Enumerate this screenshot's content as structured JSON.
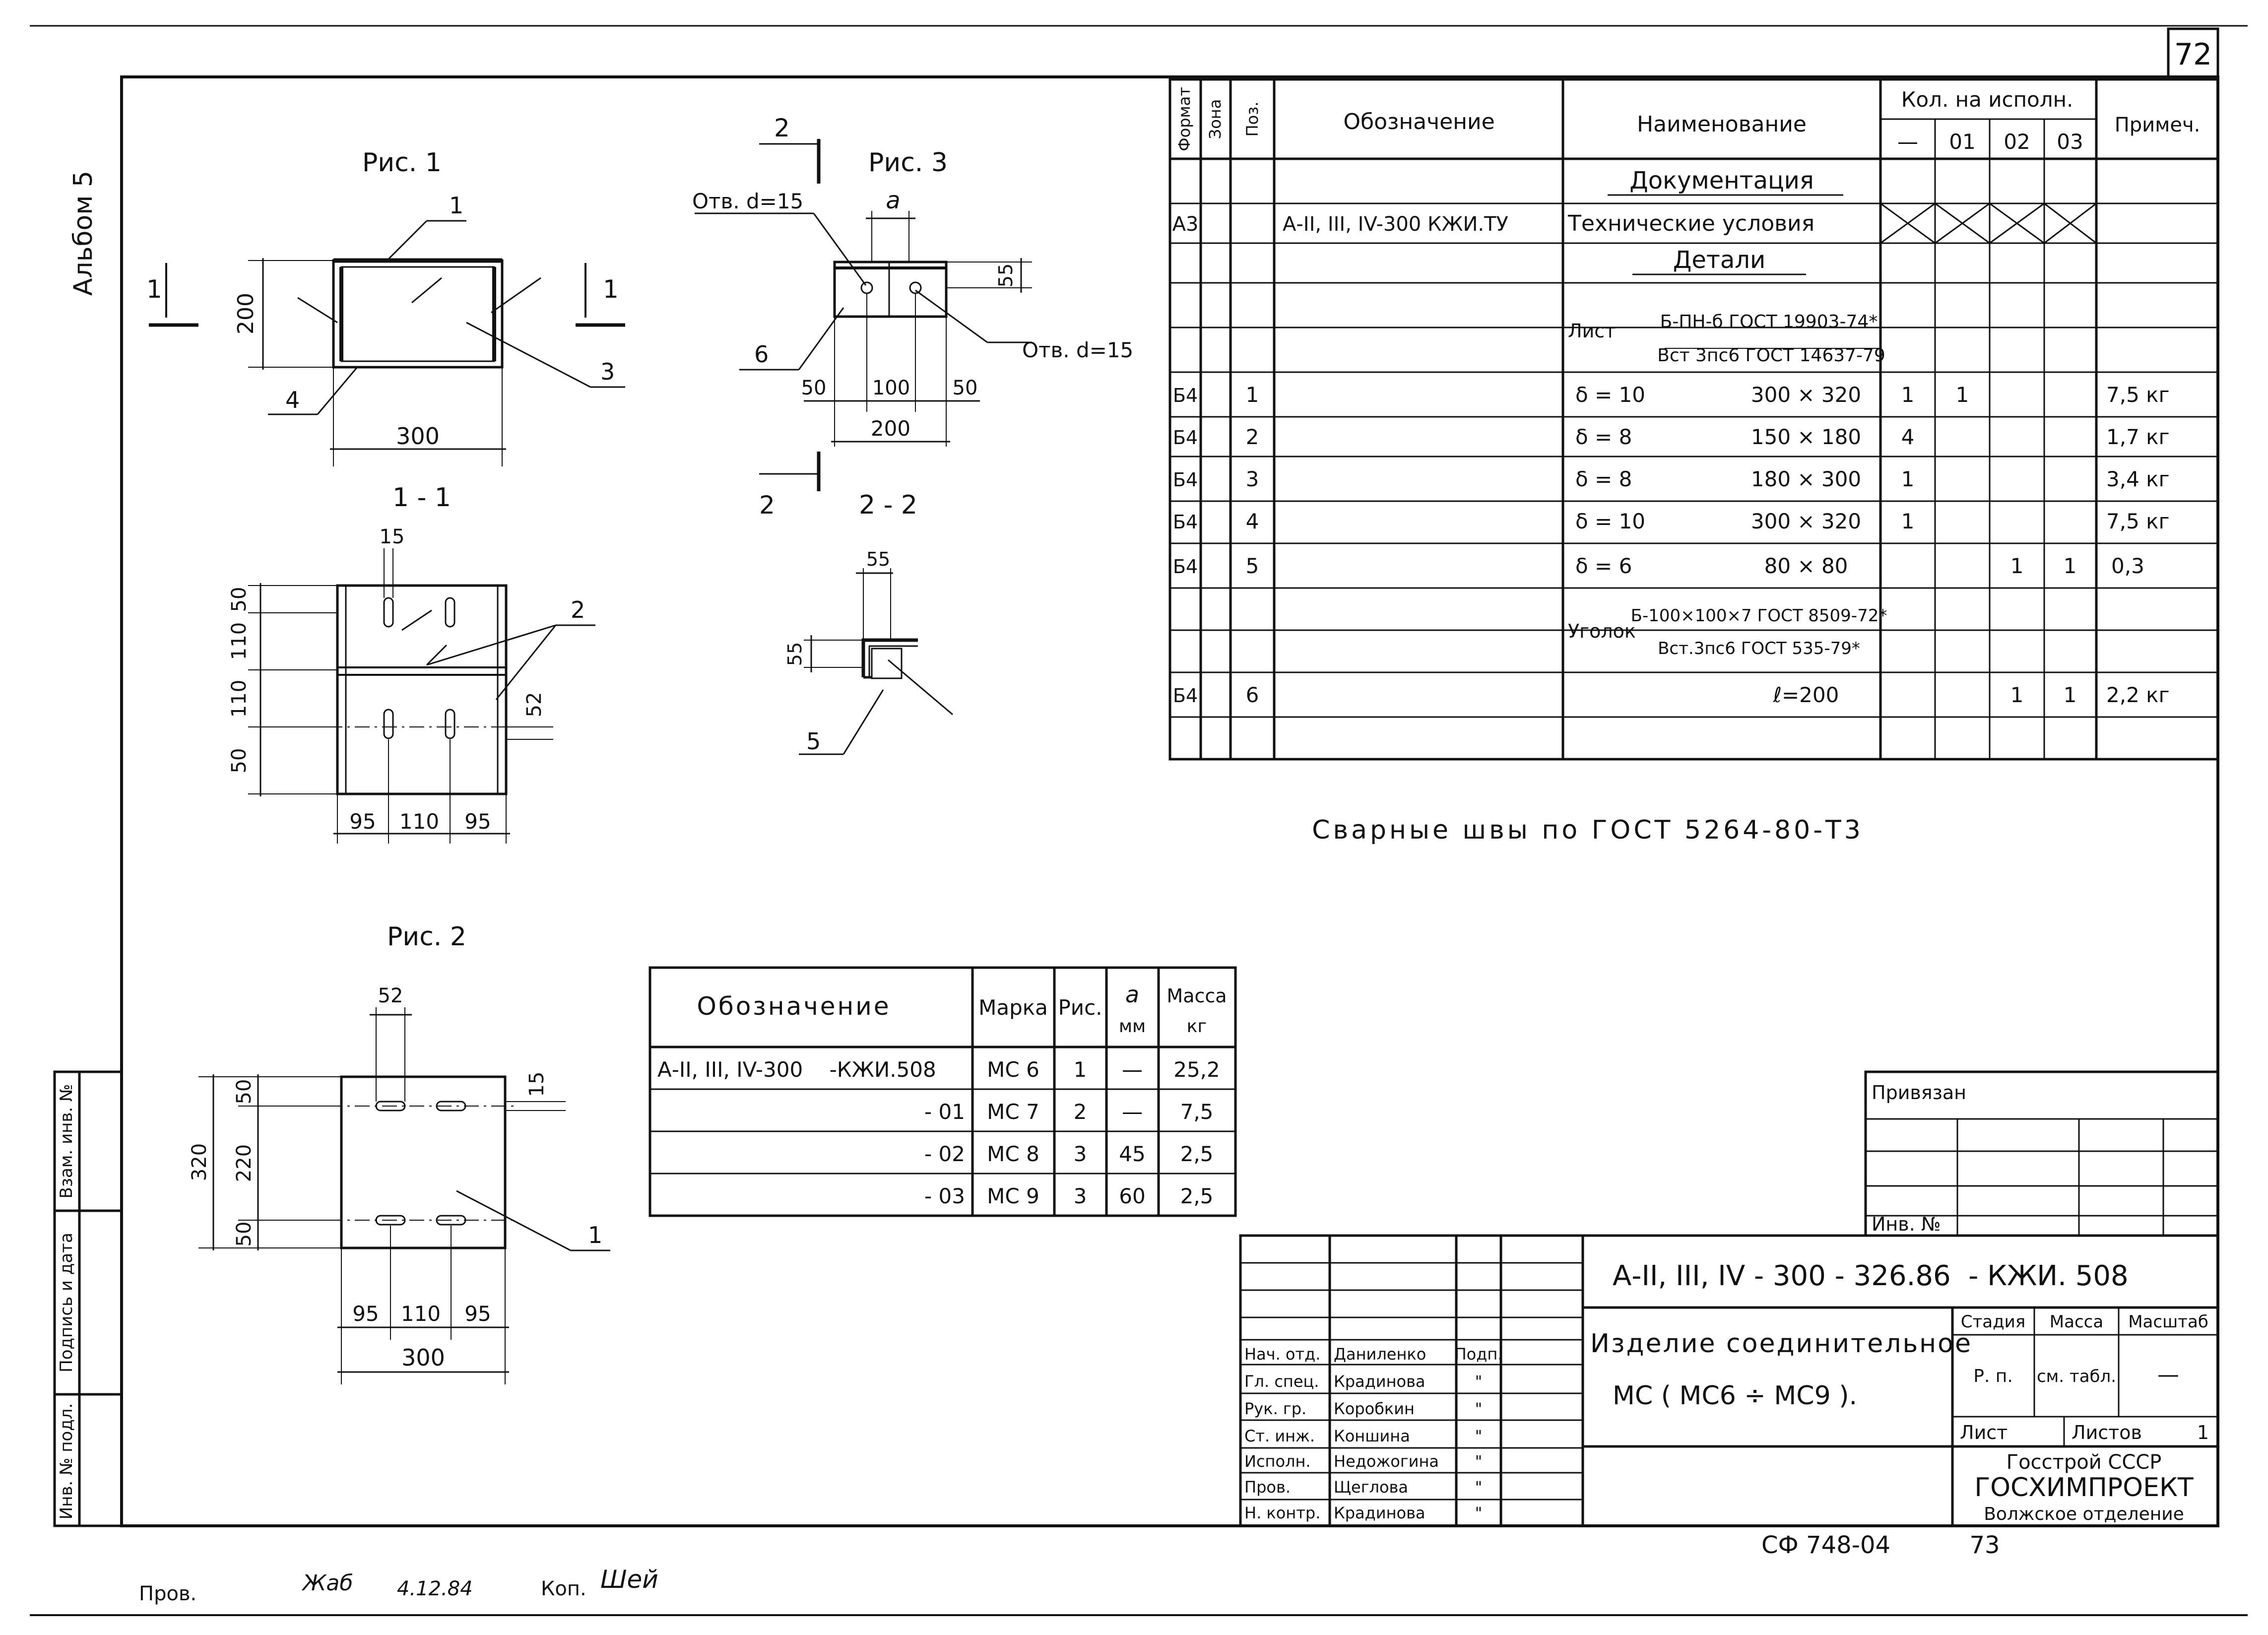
{
  "sheet": {
    "page_number": "72",
    "album_label": "Альбом 5",
    "bottom_page_number": "73",
    "bottom_code": "СФ 748-04",
    "check_line": {
      "prov_label": "Пров.",
      "signature": "Жаб",
      "date": "4.12.84",
      "kop_label": "Коп.",
      "kop_signature": "Шей"
    }
  },
  "left_stamp": {
    "inv_podl": "Инв. № подл.",
    "podpis_data": "Подпись и дата",
    "vzam_inv": "Взам. инв. №"
  },
  "views": {
    "ris1": {
      "title": "Рис. 1",
      "section_mark": "1",
      "dim_200": "200",
      "dim_300": "300",
      "pos_1": "1",
      "pos_3": "3",
      "pos_4": "4"
    },
    "sec11": {
      "title": "1 - 1",
      "dim_15": "15",
      "dim_50a": "50",
      "dim_110a": "110",
      "dim_110b": "110",
      "dim_50b": "50",
      "dim_52": "52",
      "pos_2": "2",
      "dim_95a": "95",
      "dim_110": "110",
      "dim_95b": "95"
    },
    "ris2": {
      "title": "Рис. 2",
      "dim_52": "52",
      "dim_15": "15",
      "dim_50a": "50",
      "dim_220": "220",
      "dim_50b": "50",
      "dim_320": "320",
      "dim_95a": "95",
      "dim_110": "110",
      "dim_95b": "95",
      "dim_300": "300",
      "pos_1": "1"
    },
    "ris3": {
      "title": "Рис. 3",
      "section_mark": "2",
      "hole_left": "Отв. d=15",
      "hole_right": "Отв. d=15",
      "dim_a": "a",
      "dim_55": "55",
      "pos_6": "6",
      "dim_50a": "50",
      "dim_100": "100",
      "dim_50b": "50",
      "dim_200": "200"
    },
    "sec22": {
      "title": "2 - 2",
      "dim_55a": "55",
      "dim_55b": "55",
      "pos_5": "5"
    }
  },
  "spec": {
    "headers": {
      "format": "Формат",
      "zone": "Зона",
      "pos": "Поз.",
      "designation": "Обозначение",
      "name": "Наименование",
      "qty": "Кол. на исполн.",
      "q_dash": "—",
      "q01": "01",
      "q02": "02",
      "q03": "03",
      "note": "Примеч."
    },
    "section_docs": "Документация",
    "section_parts": "Детали",
    "doc_row": {
      "format": "А3",
      "designation": "А-II, III, IV-300 КЖИ.ТУ",
      "name": "Технические условия"
    },
    "sheet_material": {
      "prefix": "Лист",
      "top": "Б-ПН-б ГОСТ 19903-74*",
      "bottom": "Вст 3пс6 ГОСТ 14637-79"
    },
    "angle_material": {
      "prefix": "Уголок",
      "top": "Б-100×100×7 ГОСТ 8509-72*",
      "bottom": "Вст.3пс6 ГОСТ 535-79*"
    },
    "rows": [
      {
        "format": "Б4",
        "pos": "1",
        "thk": "δ = 10",
        "size": "300 × 320",
        "q_dash": "1",
        "q01": "1",
        "q02": "",
        "q03": "",
        "note": "7,5 кг"
      },
      {
        "format": "Б4",
        "pos": "2",
        "thk": "δ = 8",
        "size": "150 × 180",
        "q_dash": "4",
        "q01": "",
        "q02": "",
        "q03": "",
        "note": "1,7 кг"
      },
      {
        "format": "Б4",
        "pos": "3",
        "thk": "δ = 8",
        "size": "180 × 300",
        "q_dash": "1",
        "q01": "",
        "q02": "",
        "q03": "",
        "note": "3,4 кг"
      },
      {
        "format": "Б4",
        "pos": "4",
        "thk": "δ = 10",
        "size": "300 × 320",
        "q_dash": "1",
        "q01": "",
        "q02": "",
        "q03": "",
        "note": "7,5 кг"
      },
      {
        "format": "Б4",
        "pos": "5",
        "thk": "δ = 6",
        "size": "80 × 80",
        "q_dash": "",
        "q01": "",
        "q02": "1",
        "q03": "1",
        "note": "0,3"
      },
      {
        "format": "Б4",
        "pos": "6",
        "thk": "",
        "size": "ℓ=200",
        "q_dash": "",
        "q01": "",
        "q02": "1",
        "q03": "1",
        "note": "2,2 кг"
      }
    ]
  },
  "weld_note": "Сварные швы по ГОСТ 5264-80-Т3",
  "marks_table": {
    "headers": {
      "designation": "Обозначение",
      "mark": "Марка",
      "fig": "Рис.",
      "a": "a",
      "a_unit": "мм",
      "mass": "Масса",
      "mass_unit": "кг"
    },
    "rows": [
      {
        "designation": "А-II, III, IV-300    -КЖИ.508",
        "mark": "МС 6",
        "fig": "1",
        "a": "—",
        "mass": "25,2"
      },
      {
        "designation": "- 01",
        "mark": "МС 7",
        "fig": "2",
        "a": "—",
        "mass": "7,5"
      },
      {
        "designation": "- 02",
        "mark": "МС 8",
        "fig": "3",
        "a": "45",
        "mass": "2,5"
      },
      {
        "designation": "- 03",
        "mark": "МС 9",
        "fig": "3",
        "a": "60",
        "mass": "2,5"
      }
    ]
  },
  "tie_block": {
    "title": "Привязан",
    "inv": "Инв. №"
  },
  "title_block": {
    "doc_code": "А-II, III, IV - 300 - 326.86  - КЖИ. 508",
    "product_line1": "Изделие соединительное",
    "product_line2": "МС ( МС6 ÷ МС9 ).",
    "stage_label": "Стадия",
    "mass_label": "Масса",
    "scale_label": "Масштаб",
    "stage": "Р. п.",
    "mass": "см. табл.",
    "scale": "—",
    "sheet_label": "Лист",
    "sheets_label": "Листов",
    "sheets": "1",
    "org1": "Госстрой СССР",
    "org2": "ГОСХИМПРОЕКТ",
    "org3": "Волжское отделение",
    "people": [
      {
        "role": "Нач. отд.",
        "name": "Даниленко",
        "sign": "Подп."
      },
      {
        "role": "Гл. спец.",
        "name": "Крадинова",
        "sign": "\""
      },
      {
        "role": "Рук. гр.",
        "name": "Коробкин",
        "sign": "\""
      },
      {
        "role": "Ст. инж.",
        "name": "Коншина",
        "sign": "\""
      },
      {
        "role": "Исполн.",
        "name": "Недожогина",
        "sign": "\""
      },
      {
        "role": "Пров.",
        "name": "Щеглова",
        "sign": "\""
      },
      {
        "role": "Н. контр.",
        "name": "Крадинова",
        "sign": "\""
      }
    ]
  }
}
